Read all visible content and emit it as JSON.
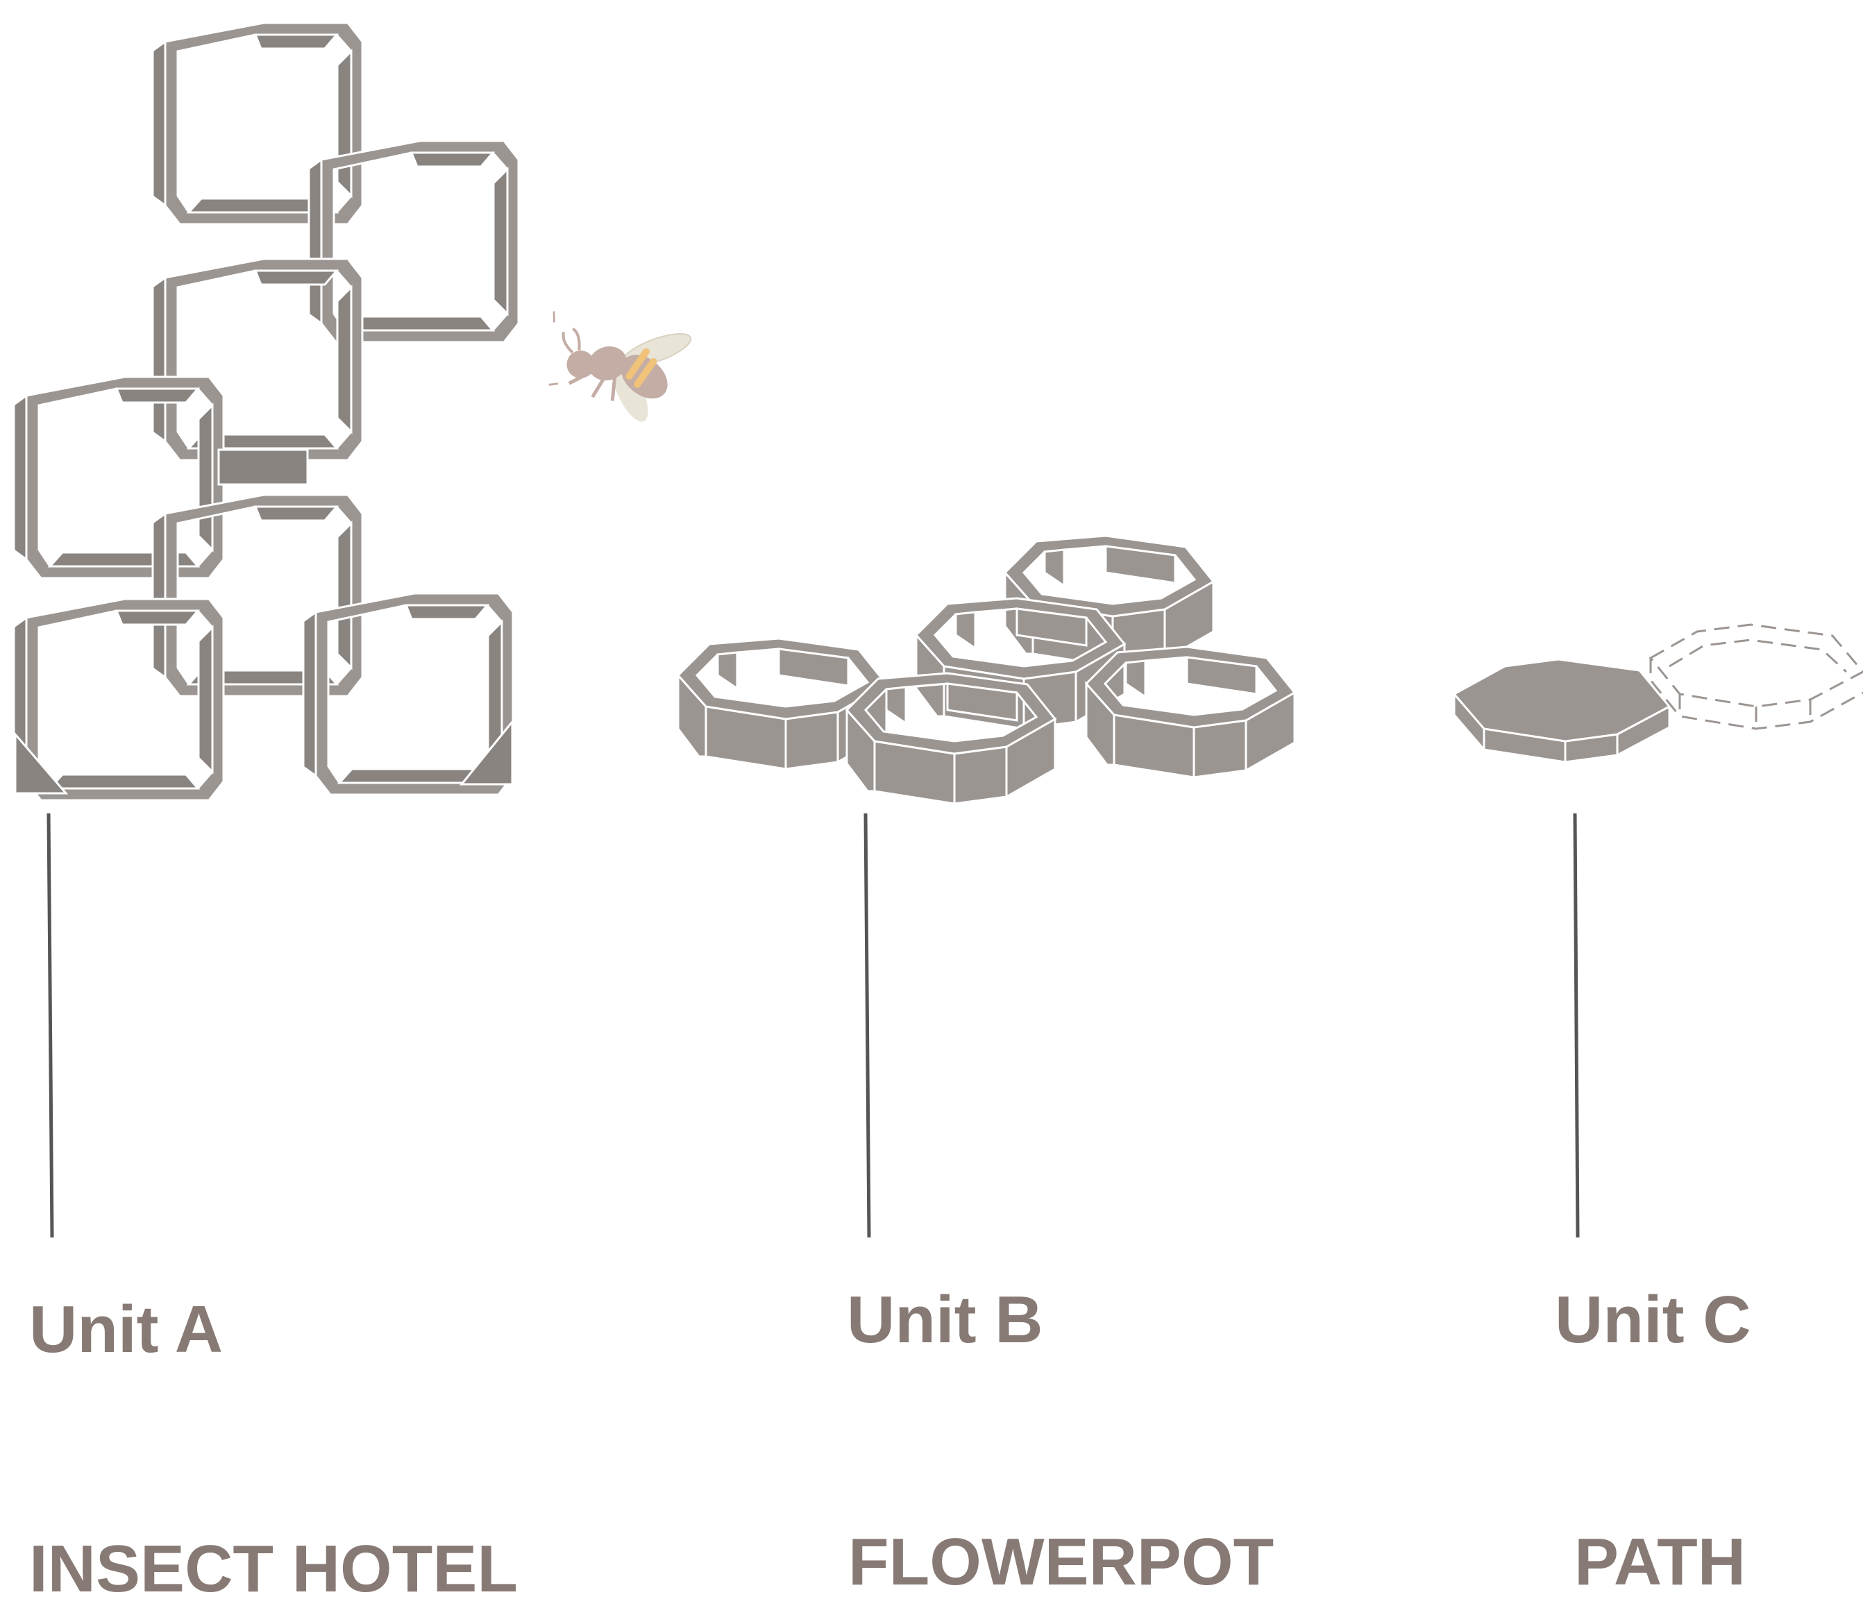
{
  "units": [
    {
      "label": "Unit A",
      "caption": "INSECT HOTEL"
    },
    {
      "label": "Unit B",
      "caption": "FLOWERPOT"
    },
    {
      "label": "Unit C",
      "caption": "PATH"
    }
  ],
  "colors": {
    "module_fill": "#9b9592",
    "module_dark": "#8a8481",
    "module_edge": "#ffffff",
    "leader_line": "#555555",
    "label_text": "#877a74",
    "bee_body": "#c3ada5",
    "bee_stripe": "#f0c27a",
    "bee_wing": "#e8e4d8"
  },
  "icons": {
    "bee": "bee-icon"
  }
}
